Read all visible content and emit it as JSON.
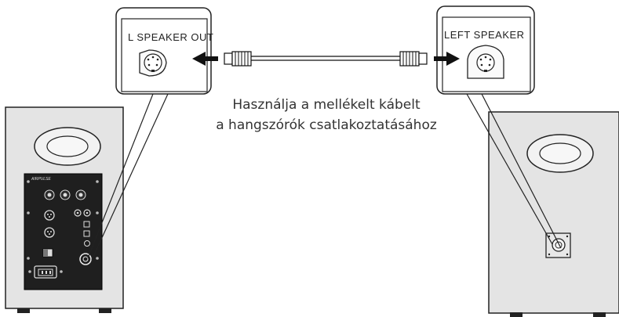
{
  "callouts": {
    "left_label": "L SPEAKER OUT",
    "right_label": "LEFT SPEAKER"
  },
  "caption": {
    "line1": "Használja a mellékelt kábelt",
    "line2": "a hangszórók csatlakoztatásához"
  },
  "panel": {
    "brand": "AIRPULSE"
  },
  "colors": {
    "speaker_fill": "#e4e4e4",
    "panel_fill": "#1f1f1f",
    "line": "#222222"
  }
}
